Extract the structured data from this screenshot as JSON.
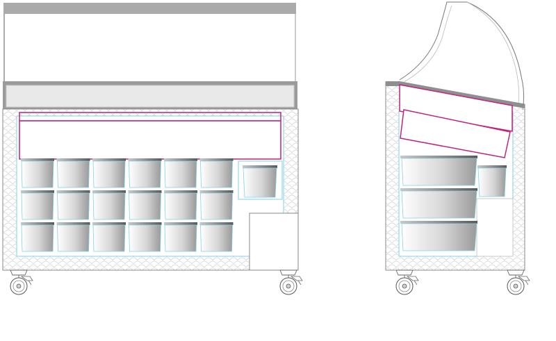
{
  "drawing": {
    "views": [
      {
        "name": "front-view",
        "pan_rows": 3,
        "pan_columns": 6
      },
      {
        "name": "side-view",
        "pan_rows": 3,
        "pan_columns": 1
      }
    ],
    "colors": {
      "outline": "#8a8a8a",
      "top_bar": "#aaaaaa",
      "glass_band": "#e9e9e9",
      "drawer": "#c0237f",
      "pan_guide": "#7fd3e6",
      "body_texture": "#d4d4d4"
    },
    "icons": [
      "caster-wheel-icon",
      "caster-brake-icon"
    ]
  }
}
